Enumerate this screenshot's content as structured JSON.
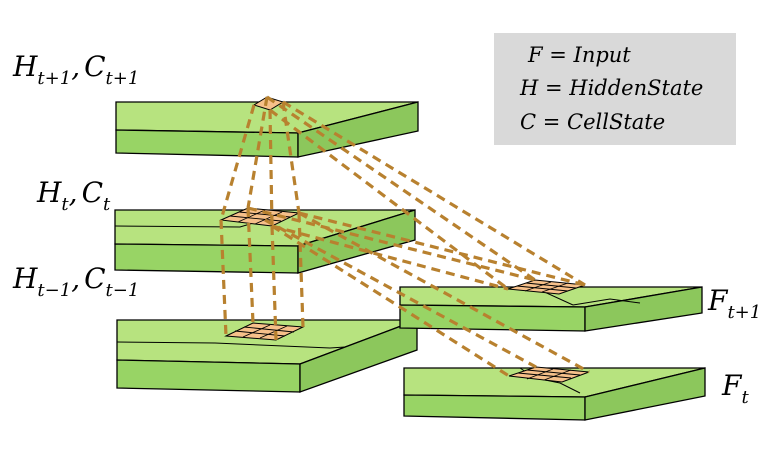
{
  "labels": {
    "h_next": {
      "base_h": "H",
      "sub_h": "t+1",
      "comma": ",",
      "base_c": "C",
      "sub_c": "t+1"
    },
    "h_curr": {
      "base_h": "H",
      "sub_h": "t",
      "comma": ",",
      "base_c": "C",
      "sub_c": "t"
    },
    "h_prev": {
      "base_h": "H",
      "sub_h": "t−1",
      "comma": ",",
      "base_c": "C",
      "sub_c": "t−1"
    },
    "f_next": {
      "base": "F",
      "sub": "t+1"
    },
    "f_curr": {
      "base": "F",
      "sub": "t"
    }
  },
  "legend": {
    "line1": "F = Input",
    "line2": "H = HiddenState",
    "line3": "C = CellState"
  },
  "colors": {
    "plate": "#b7e37f",
    "patch": "#f6c08a",
    "connector": "#b8812f",
    "legend_bg": "#d9d9d9"
  }
}
